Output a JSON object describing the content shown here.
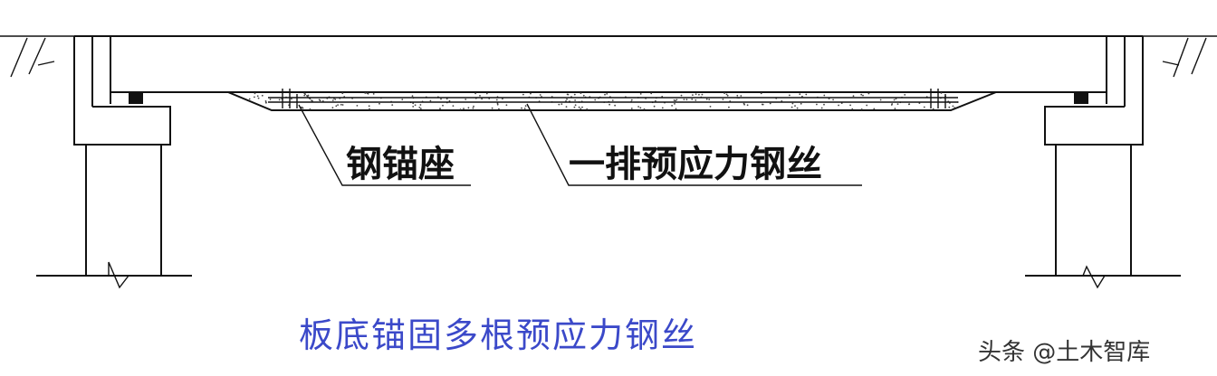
{
  "labels": {
    "anchor_seat": "钢锚座",
    "prestressed_wire_row": "一排预应力钢丝"
  },
  "caption": "板底锚固多根预应力钢丝",
  "watermark": "头条 @土木智库",
  "colors": {
    "caption": "#3b49c9",
    "line": "#111111"
  }
}
